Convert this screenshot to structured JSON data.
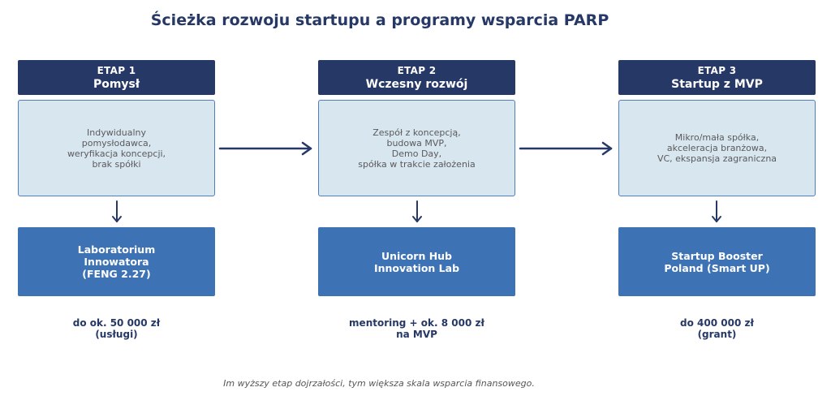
{
  "title": "Ścieżka rozwoju startupu a programy wsparcia PARP",
  "stages": [
    {
      "number": "ETAP 1",
      "name": "Pomysł",
      "description": "Indywidualny\npomysłodawca,\nweryfikacja koncepcji,\nbrak spółki",
      "program": "Laboratorium\nInnowatora\n(FENG 2.27)",
      "amount": "do ok. 50 000 zł\n(usługi)"
    },
    {
      "number": "ETAP 2",
      "name": "Wczesny rozwój",
      "description": "Zespół z koncepcją,\nbudowa MVP,\nDemo Day,\nspółka w trakcie założenia",
      "program": "Unicorn Hub\nInnovation Lab",
      "amount": "mentoring + ok. 8 000 zł\nna MVP"
    },
    {
      "number": "ETAP 3",
      "name": "Startup z MVP",
      "description": "Mikro/mała spółka,\nakceleracja branżowa,\nVC, ekspansja zagraniczna",
      "program": "Startup Booster\nPoland (Smart UP)",
      "amount": "do 400 000 zł\n(grant)"
    }
  ],
  "footer": "Im wyższy etap dojrzałości, tym większa skala wsparcia finansowego.",
  "colors": {
    "header": "#263866",
    "desc_fill": "#d8e6f0",
    "desc_border": "#4f7fbf",
    "program": "#3d72b4"
  }
}
